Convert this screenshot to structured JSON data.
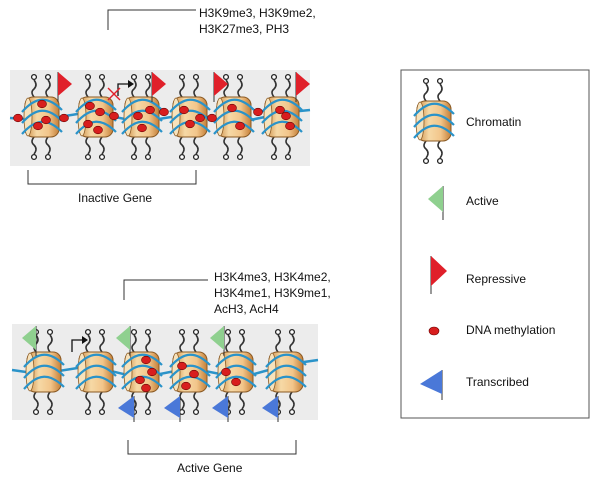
{
  "inactive": {
    "marks_line1": "H3K9me3, H3K9me2,",
    "marks_line2": "H3K27me3, PH3",
    "gene_label": "Inactive Gene"
  },
  "active": {
    "marks_line1": "H3K4me3, H3K4me2,",
    "marks_line2": "H3K4me1, H3K9me1,",
    "marks_line3": "AcH3, AcH4",
    "gene_label": "Active Gene"
  },
  "legend": {
    "chromatin": "Chromatin",
    "active": "Active",
    "repressive": "Repressive",
    "dna_methylation": "DNA methylation",
    "transcribed": "Transcribed"
  },
  "colors": {
    "nucleosome": "#f2c58a",
    "dna": "#2a93c9",
    "active_flag": "#8fd08f",
    "repressive_flag": "#e0202a",
    "methylation": "#d81e1e",
    "transcribed_flag": "#4a78d8",
    "track_bg": "#ececec"
  },
  "icons": [
    "nucleosome-icon",
    "active-flag-icon",
    "repressive-flag-icon",
    "methylation-dot-icon",
    "transcribed-flag-icon",
    "tss-arrow-icon",
    "blocked-x-icon"
  ]
}
